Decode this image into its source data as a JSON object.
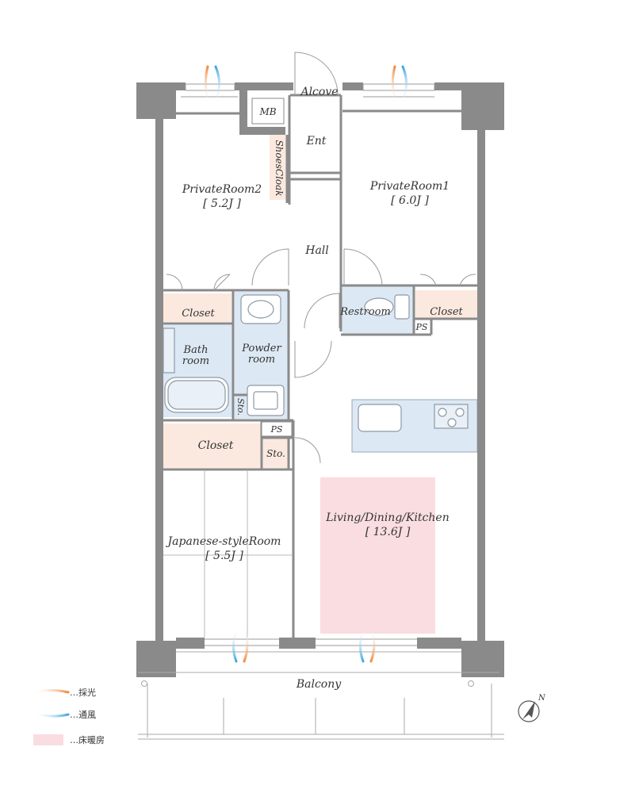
{
  "rooms": {
    "alcove": "Alcove",
    "mb": "MB",
    "ent": "Ent",
    "shoes_cloak": "ShoesCloak",
    "private_room2": {
      "name": "PrivateRoom2",
      "size": "[ 5.2J ]"
    },
    "private_room1": {
      "name": "PrivateRoom1",
      "size": "[ 6.0J ]"
    },
    "hall": "Hall",
    "closet_left": "Closet",
    "restroom": "Restroom",
    "closet_right": "Closet",
    "ps_right": "PS",
    "bath": {
      "line1": "Bath",
      "line2": "room"
    },
    "powder": {
      "line1": "Powder",
      "line2": "room"
    },
    "sto_vertical": "Sto.",
    "ps_left": "PS",
    "closet_lower": "Closet",
    "sto_lower": "Sto.",
    "japanese": {
      "name": "Japanese-styleRoom",
      "size": "[ 5.5J ]"
    },
    "ldk": {
      "name": "Living/Dining/Kitchen",
      "size": "[ 13.6J ]"
    },
    "balcony": "Balcony"
  },
  "compass": "N",
  "legend": {
    "light": "…採光",
    "wind": "…通風",
    "floor_heating": "…床暖房"
  },
  "colors": {
    "wall": "#8a8a8a",
    "wet_area": "#dce8f3",
    "closet": "#fbe9df",
    "floor_heating": "#f9dde0",
    "light_arrow": "#f08a3c",
    "wind_arrow": "#3fa6de"
  }
}
